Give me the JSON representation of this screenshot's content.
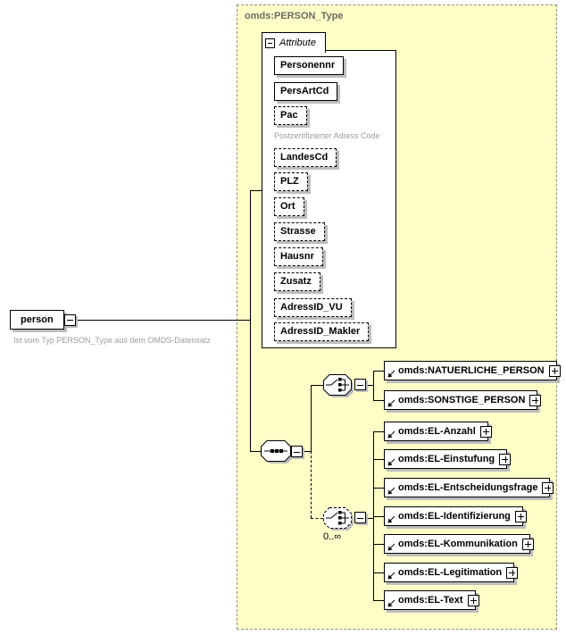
{
  "person": {
    "label": "person",
    "annotation": "Ist vom Typ PERSON_Type aus dem OMDS-Datensatz"
  },
  "type_box": {
    "label": "omds:PERSON_Type"
  },
  "attributes": {
    "header": "Attribute",
    "items": [
      {
        "name": "Personennr",
        "required": true
      },
      {
        "name": "PersArtCd",
        "required": true
      },
      {
        "name": "Pac",
        "required": false,
        "annotation": "Postzertifizierter Adress Code"
      },
      {
        "name": "LandesCd",
        "required": false
      },
      {
        "name": "PLZ",
        "required": false
      },
      {
        "name": "Ort",
        "required": false
      },
      {
        "name": "Strasse",
        "required": false
      },
      {
        "name": "Hausnr",
        "required": false
      },
      {
        "name": "Zusatz",
        "required": false
      },
      {
        "name": "AdressID_VU",
        "required": false
      },
      {
        "name": "AdressID_Makler",
        "required": false
      }
    ]
  },
  "person_choice": {
    "elements": [
      {
        "label": "omds:NATUERLICHE_PERSON"
      },
      {
        "label": "omds:SONSTIGE_PERSON"
      }
    ]
  },
  "el_choice": {
    "occurrence": "0..∞",
    "elements": [
      {
        "label": "omds:EL-Anzahl"
      },
      {
        "label": "omds:EL-Einstufung"
      },
      {
        "label": "omds:EL-Entscheidungsfrage"
      },
      {
        "label": "omds:EL-Identifizierung"
      },
      {
        "label": "omds:EL-Kommunikation"
      },
      {
        "label": "omds:EL-Legitimation"
      },
      {
        "label": "omds:EL-Text"
      }
    ]
  },
  "colors": {
    "canvas_bg": "#ffffff",
    "type_bg": "#ffffc8",
    "type_border": "#8f8f7a",
    "type_label": "#6b6b60",
    "annotation_gray": "#9c9c9c",
    "shadow_gray": "#bdbdbd"
  }
}
